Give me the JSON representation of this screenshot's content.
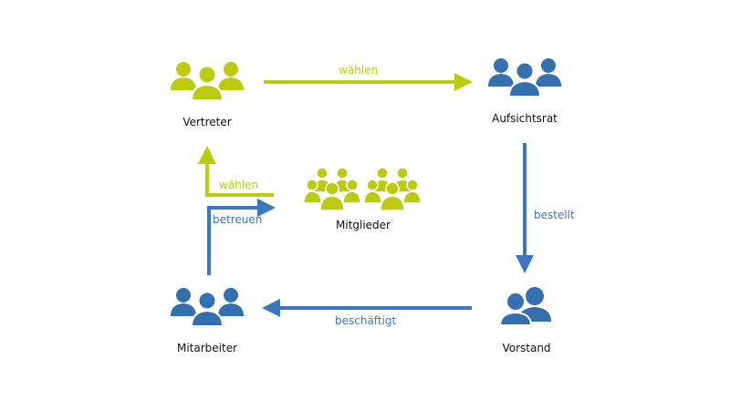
{
  "colors": {
    "green": "#bccb10",
    "blue": "#3a77c0",
    "iconBlue": "#3470b0"
  },
  "nodes": {
    "vertreter": {
      "label": "Vertreter",
      "icon": "group-three-people-icon"
    },
    "aufsichtsrat": {
      "label": "Aufsichtsrat",
      "icon": "group-three-people-icon"
    },
    "mitglieder": {
      "label": "Mitglieder",
      "icon": "crowd-icon"
    },
    "vorstand": {
      "label": "Vorstand",
      "icon": "two-people-icon"
    },
    "mitarbeiter": {
      "label": "Mitarbeiter",
      "icon": "group-three-people-icon"
    }
  },
  "edges": {
    "vertreter_aufsichtsrat": "wählen",
    "aufsichtsrat_vorstand": "bestellt",
    "vorstand_mitarbeiter": "beschäftigt",
    "mitarbeiter_mitglieder": "betreuen",
    "mitglieder_vertreter": "wählen"
  }
}
